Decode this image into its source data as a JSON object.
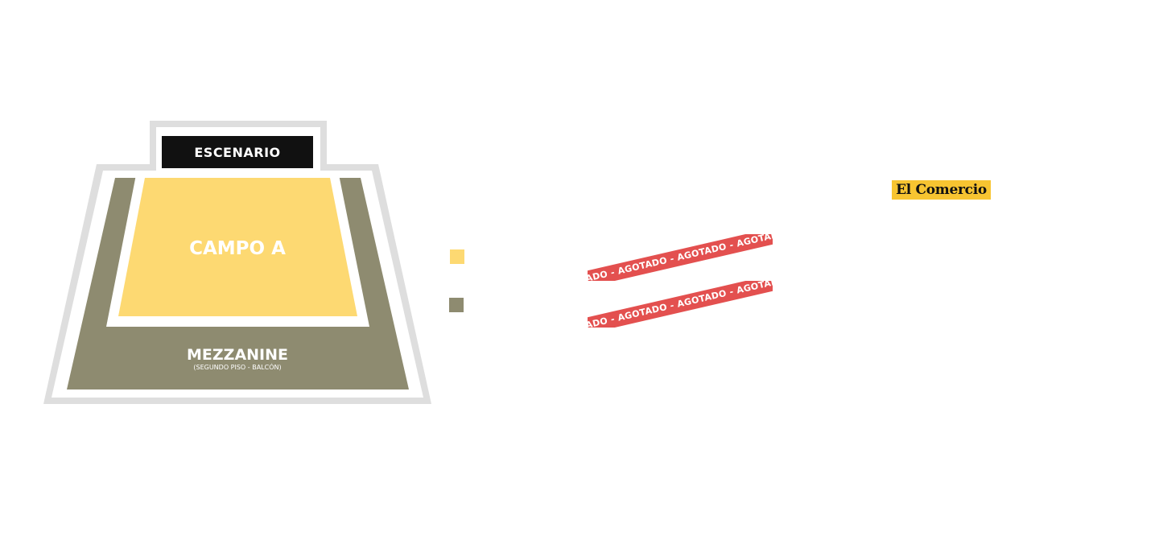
{
  "stage": {
    "label": "ESCENARIO"
  },
  "zones": [
    {
      "name": "CAMPO A",
      "color": "#fdd972"
    },
    {
      "name": "MEZZANINE",
      "sublabel": "(SEGUNDO PISO - BALCÓN)",
      "color": "#8e8b70"
    }
  ],
  "colors": {
    "outline": "#dedede",
    "stage_bg": "#111111",
    "sold_out_band": "#e3504f",
    "logo_bg": "#f7c431"
  },
  "sponsor_logo": {
    "text": "El Comercio"
  },
  "sold_out": {
    "text": "AGOTADO - AGOTADO - AGOTADO - AGOTADO - AGOTADO - AGOTADO"
  }
}
